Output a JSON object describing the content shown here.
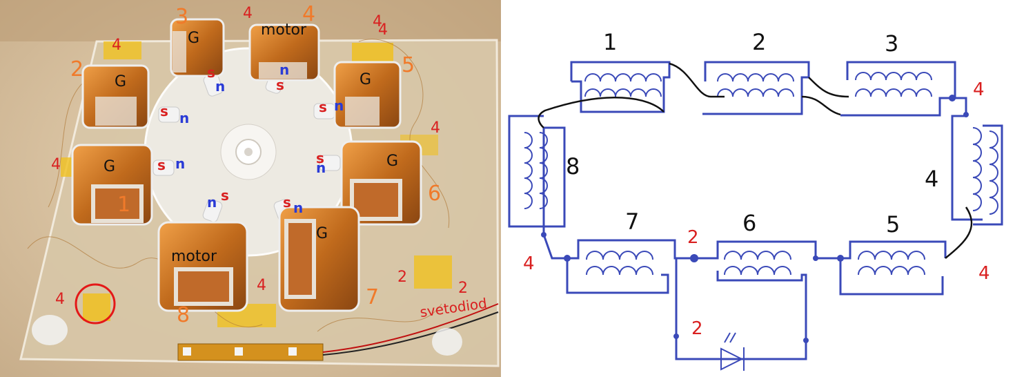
{
  "photo": {
    "coils": [
      {
        "id": "coil-3",
        "letter": "G",
        "num": "3"
      },
      {
        "id": "coil-4",
        "letter": "motor",
        "num": "4"
      },
      {
        "id": "coil-2",
        "letter": "G",
        "num": "2"
      },
      {
        "id": "coil-5",
        "letter": "G",
        "num": "5"
      },
      {
        "id": "coil-1",
        "letter": "G",
        "num": "1"
      },
      {
        "id": "coil-6",
        "letter": "G",
        "num": "6"
      },
      {
        "id": "coil-8",
        "letter": "motor",
        "num": "8"
      },
      {
        "id": "coil-7",
        "letter": "G",
        "num": "7"
      }
    ],
    "magnet_labels": [
      "s",
      "n",
      "n",
      "s",
      "n",
      "s",
      "s",
      "n",
      "s",
      "n",
      "s",
      "n",
      "n",
      "s",
      "n",
      "s"
    ],
    "red_labels": [
      "4",
      "4",
      "4",
      "4",
      "4",
      "4",
      "4",
      "2",
      "2",
      "4"
    ],
    "handwriting": "svetodiod"
  },
  "schematic": {
    "coil_numbers": [
      "1",
      "2",
      "3",
      "4",
      "5",
      "6",
      "7",
      "8"
    ],
    "node_labels": [
      "4",
      "4",
      "4",
      "4",
      "2",
      "2"
    ]
  },
  "colors": {
    "wire": "#3a49b8",
    "wire_black": "#111111",
    "red": "#d92020",
    "orange": "#f07a2a",
    "blue_label": "#2a3bd6",
    "copper": "#c8741e"
  }
}
